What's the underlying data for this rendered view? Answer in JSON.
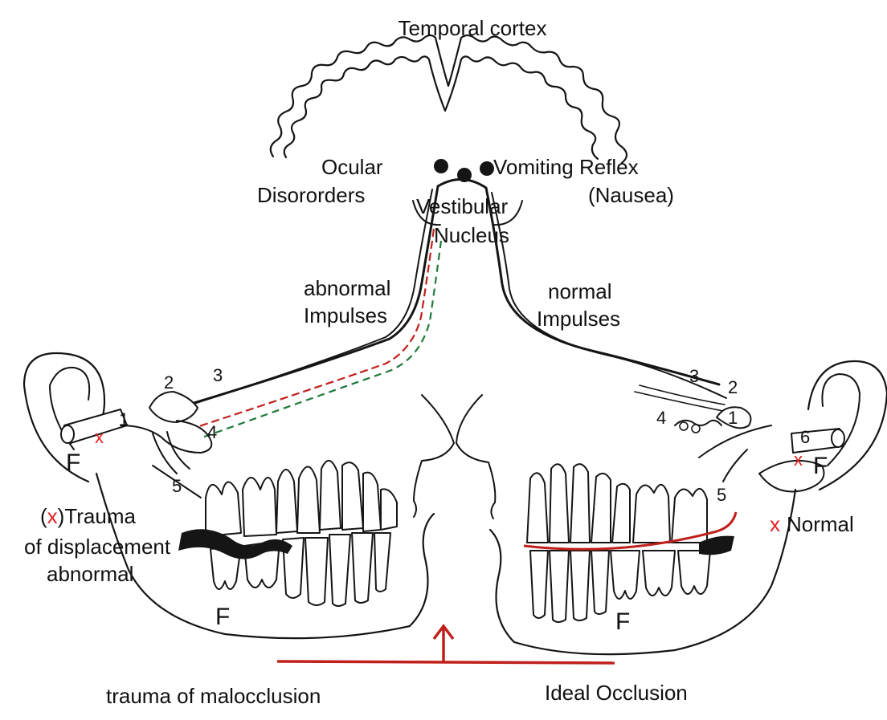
{
  "labels": {
    "temporal_cortex": "Temporal cortex",
    "ocular_line1": "Ocular",
    "ocular_line2": "Disororders",
    "vomiting_line1": "Vomiting Reflex",
    "vomiting_line2": "(Nausea)",
    "vestibular_line1": "Vestibular",
    "vestibular_line2": "Nucleus",
    "abnormal_line1": "abnormal",
    "abnormal_line2": "Impulses",
    "normal_line1": "normal",
    "normal_line2": "Impulses",
    "trauma_prefix_open": "(",
    "trauma_mark": "x",
    "trauma_prefix_close": ")Trauma",
    "trauma_line2": "of displacement",
    "trauma_line3": "abnormal",
    "normal_mark": "x",
    "normal_word": "Normal",
    "malocclusion": "trauma of malocclusion",
    "ideal": "Ideal Occlusion"
  },
  "left_numbers": [
    "1",
    "2",
    "3",
    "4",
    "5"
  ],
  "right_numbers": [
    "1",
    "2",
    "3",
    "4",
    "5",
    "6"
  ],
  "f_marks": [
    "F",
    "F",
    "F",
    "F"
  ],
  "x_marks": [
    "x",
    "x"
  ],
  "colors": {
    "ink": "#151515",
    "accent_red": "#c0201c",
    "mark_red": "#e22222",
    "dashed_green": "#1f7a3a"
  }
}
